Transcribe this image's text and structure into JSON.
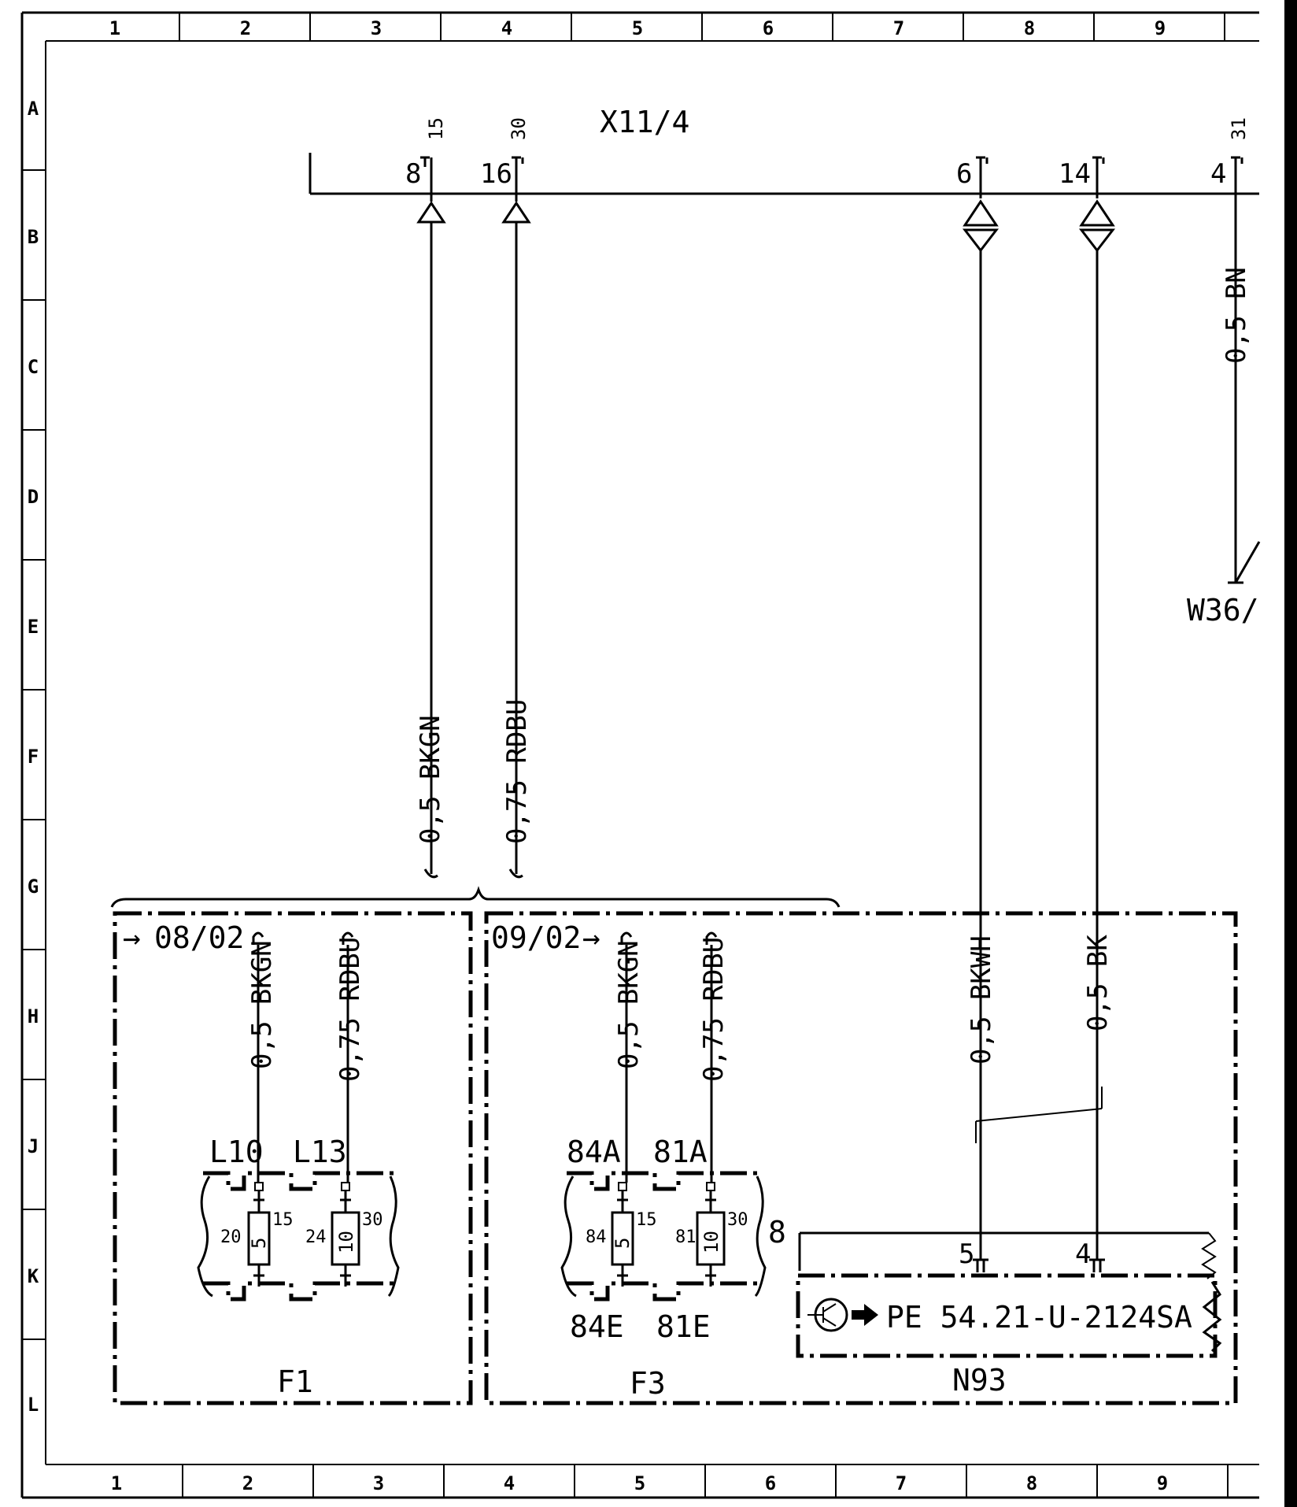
{
  "ruler": {
    "columns": [
      "1",
      "2",
      "3",
      "4",
      "5",
      "6",
      "7",
      "8",
      "9"
    ],
    "rows": [
      "A",
      "B",
      "C",
      "D",
      "E",
      "F",
      "G",
      "H",
      "J",
      "K",
      "L"
    ]
  },
  "connector": {
    "name": "X11/4",
    "pins": [
      {
        "pin": "8",
        "terminal": "15"
      },
      {
        "pin": "16",
        "terminal": "30"
      },
      {
        "pin": "6",
        "terminal": ""
      },
      {
        "pin": "14",
        "terminal": ""
      },
      {
        "pin": "4",
        "terminal": "31"
      }
    ]
  },
  "wires": {
    "bkgn": "0,5 BKGN",
    "rdbu": "0,75 RDBU",
    "bkwh": "0,5 BKWH",
    "bk": "0,5 BK",
    "bn": "0,5 BN"
  },
  "ground": "W36/",
  "fuse_boxes": [
    {
      "id": "F1",
      "ref": "08/02",
      "wire_a": "0,5 BKGN",
      "wire_b": "0,75 RDBU",
      "slot_a": "L10",
      "slot_b": "L13",
      "fuse_a": {
        "num": "20",
        "amp": "5",
        "term": "15"
      },
      "fuse_b": {
        "num": "24",
        "amp": "10",
        "term": "30"
      }
    },
    {
      "id": "F3",
      "ref": "09/02",
      "wire_a": "0,5 BKGN",
      "wire_b": "0,75 RDBU",
      "slot_a": "84A",
      "slot_b": "81A",
      "slot_a_bottom": "84E",
      "slot_b_bottom": "81E",
      "fuse_a": {
        "num": "84",
        "amp": "5",
        "term": "15"
      },
      "fuse_b": {
        "num": "81",
        "amp": "10",
        "term": "30"
      }
    }
  ],
  "module": {
    "id": "N93",
    "pin_a": "5",
    "pin_b": "4",
    "side_num": "8",
    "reference": "PE 54.21-U-2124SA"
  }
}
